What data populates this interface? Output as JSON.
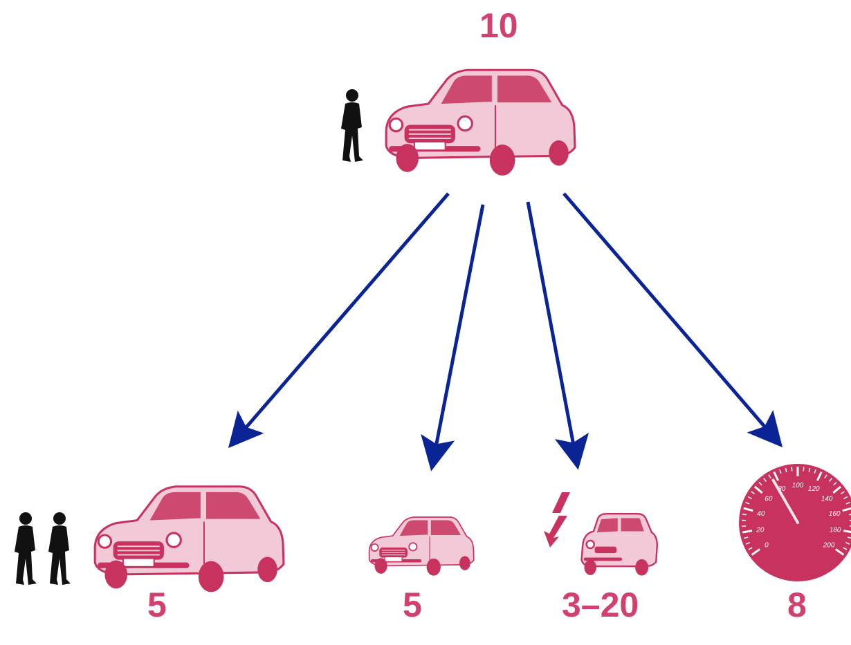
{
  "colors": {
    "car_body": "#f2c9d6",
    "car_accent": "#c8325e",
    "number_text": "#d2416e",
    "arrow": "#0a2496",
    "silhouette": "#111111",
    "gauge": "#c8325e"
  },
  "top": {
    "value": "10",
    "people_count": 1,
    "icon": "person-silhouette-icon"
  },
  "outcomes": [
    {
      "value": "5",
      "icon": "two-people-silhouette-icon",
      "car": "large-sedan"
    },
    {
      "value": "5",
      "icon": "car-icon",
      "car": "small-sedan"
    },
    {
      "value": "3–20",
      "icon": "lightning-icon",
      "car": "compact-car"
    },
    {
      "value": "8",
      "icon": "speedometer-icon",
      "gauge_ticks": [
        "0",
        "20",
        "40",
        "60",
        "80",
        "100",
        "120",
        "140",
        "160",
        "180",
        "200"
      ]
    }
  ]
}
